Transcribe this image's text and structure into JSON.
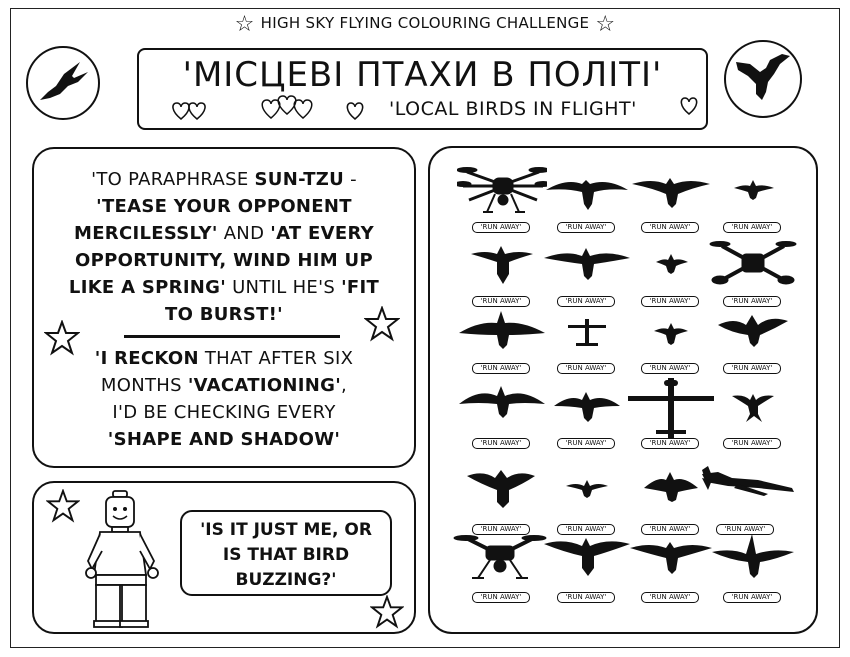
{
  "header": {
    "challenge_title": "HIGH SKY FLYING COLOURING CHALLENGE",
    "star_glyph": "☆"
  },
  "title_box": {
    "main_title": "'МІСЦЕВІ ПТАХИ В ПОЛІТІ'",
    "subtitle": "'LOCAL BIRDS IN FLIGHT'"
  },
  "quote": {
    "line1_pre": "'TO PARAPHRASE ",
    "line1_bold": "SUN-TZU",
    "line1_post": " -",
    "line2": "'TEASE YOUR OPPONENT",
    "line3_bold": "MERCILESSLY'",
    "line3_post": " AND ",
    "line3_bold2": "'AT EVERY",
    "line4": "OPPORTUNITY, WIND HIM UP",
    "line5_bold": "LIKE A SPRING'",
    "line5_post": " UNTIL HE'S ",
    "line5_bold2": "'FIT",
    "line6": "TO BURST!'",
    "line7_bold": "'I RECKON",
    "line7_post": " THAT AFTER SIX",
    "line8_pre": "MONTHS ",
    "line8_bold": "'VACATIONING'",
    "line8_post": ",",
    "line9": "I'D BE CHECKING EVERY",
    "line10": "'SHAPE AND SHADOW'"
  },
  "speech": {
    "line1": "'IS IT JUST ME, OR",
    "line2": "IS THAT BIRD",
    "line3": "BUZZING?'"
  },
  "grid": {
    "label": "'RUN AWAY'",
    "rows": [
      [
        "drone-hexacopter",
        "bird-soaring",
        "bird-soaring",
        "bird-small"
      ],
      [
        "bird-tailed",
        "bird-gliding",
        "bird-small",
        "drone-quadcopter"
      ],
      [
        "bird-gliding",
        "uav-small",
        "bird-small",
        "bird-flapping"
      ],
      [
        "bird-soaring",
        "bird-soaring",
        "uav-large",
        "swallow"
      ],
      [
        "bird-flapping",
        "bird-small",
        "bird-flapping",
        "uav-reaper"
      ],
      [
        "drone-camera",
        "bird-soaring",
        "bird-gliding",
        "bird-heron"
      ]
    ]
  }
}
